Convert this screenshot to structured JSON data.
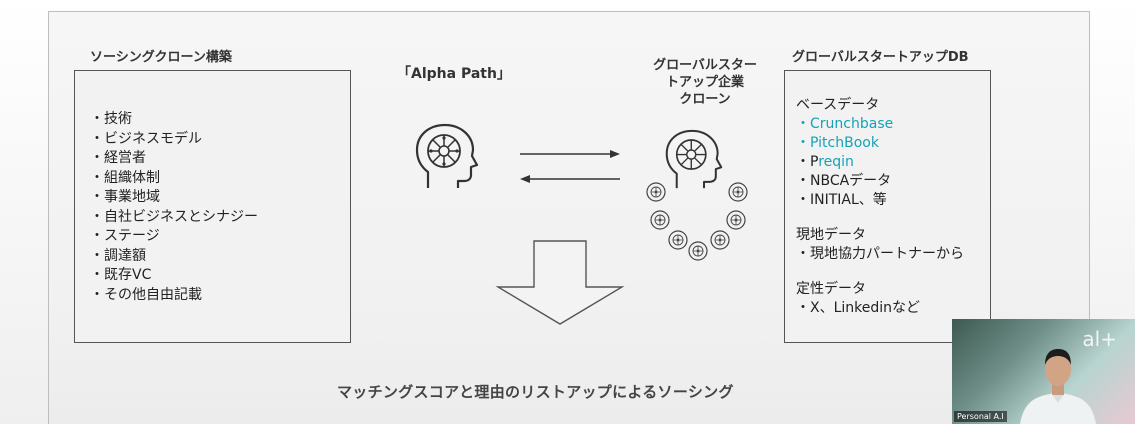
{
  "headings": {
    "left": "ソーシングクローン構築",
    "right": "グローバルスタートアップDB",
    "center": "「Alpha Path」",
    "clone": "グローバルスター\nトアップ企業\nクローン"
  },
  "left_list": [
    "・技術",
    "・ビジネスモデル",
    "・経営者",
    "・組織体制",
    "・事業地域",
    "・自社ビジネスとシナジー",
    "・ステージ",
    "・調達額",
    "・既存VC",
    "・その他自由記載"
  ],
  "db": {
    "base_title": "ベースデータ",
    "base_items": {
      "crunchbase": "・Crunchbase",
      "pitchbook": "・PitchBook",
      "preqin_dot": "・P",
      "preqin_rest": "reqin",
      "nbca": "・NBCAデータ",
      "initial": "・INITIAL、等"
    },
    "local_title": "現地データ",
    "local_item": "・現地協力パートナーから",
    "qual_title": "定性データ",
    "qual_item": "・X、Linkedinなど"
  },
  "caption": "マッチングスコアと理由のリストアップによるソーシング",
  "video": {
    "logo": "al+",
    "label": "Personal A.I"
  },
  "colors": {
    "link_cyan": "#13a3b8",
    "panel_border": "#555555"
  },
  "icons": [
    "ai-head-icon",
    "ai-head-clone-icon",
    "small-head-icon",
    "arrow-right-icon",
    "arrow-left-icon",
    "down-arrow-icon"
  ]
}
